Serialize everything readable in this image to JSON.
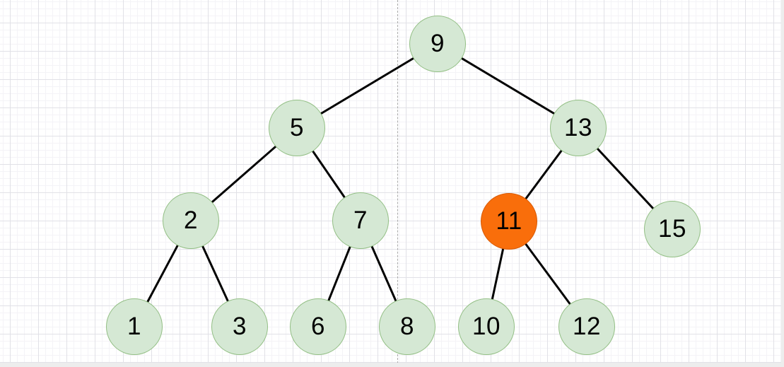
{
  "colors": {
    "node-fill": "#d5e8d4",
    "node-stroke": "#93bf85",
    "highlight-fill": "#f96e0b",
    "highlight-stroke": "#d85a06",
    "edge-color": "#000000",
    "grid-major": "#e1e1e7",
    "grid-minor": "#f4f3f7",
    "divider-color": "#aaaaaa",
    "canvas-bg": "#ffffff",
    "edge-strip": "#ededed",
    "text-color": "#000000"
  },
  "tree": {
    "type": "binary-tree-diagram",
    "highlighted_value": "11",
    "nodes": [
      {
        "value": "9",
        "highlighted": false
      },
      {
        "value": "5",
        "highlighted": false
      },
      {
        "value": "13",
        "highlighted": false
      },
      {
        "value": "2",
        "highlighted": false
      },
      {
        "value": "7",
        "highlighted": false
      },
      {
        "value": "11",
        "highlighted": true
      },
      {
        "value": "15",
        "highlighted": false
      },
      {
        "value": "1",
        "highlighted": false
      },
      {
        "value": "3",
        "highlighted": false
      },
      {
        "value": "6",
        "highlighted": false
      },
      {
        "value": "8",
        "highlighted": false
      },
      {
        "value": "10",
        "highlighted": false
      },
      {
        "value": "12",
        "highlighted": false
      }
    ],
    "edges": [
      [
        "9",
        "5"
      ],
      [
        "9",
        "13"
      ],
      [
        "5",
        "2"
      ],
      [
        "5",
        "7"
      ],
      [
        "13",
        "11"
      ],
      [
        "13",
        "15"
      ],
      [
        "2",
        "1"
      ],
      [
        "2",
        "3"
      ],
      [
        "7",
        "6"
      ],
      [
        "7",
        "8"
      ],
      [
        "11",
        "10"
      ],
      [
        "11",
        "12"
      ]
    ]
  }
}
